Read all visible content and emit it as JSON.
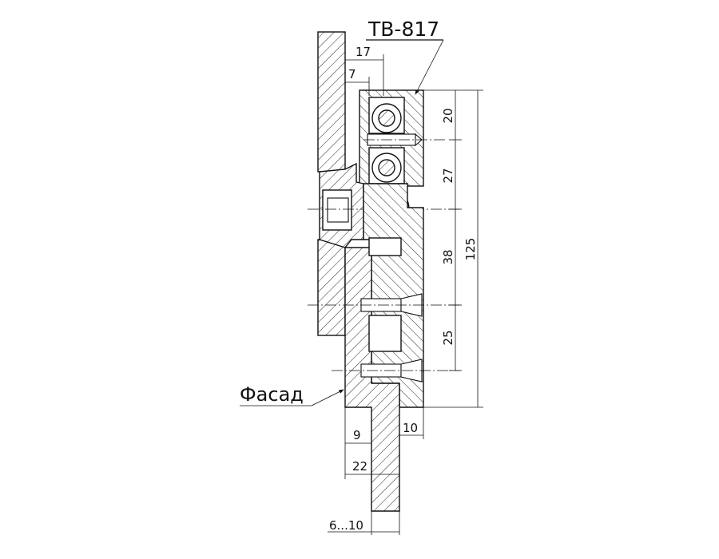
{
  "drawing": {
    "title": "TB-817",
    "facade_label": "Фасад",
    "dimensions": {
      "d17": "17",
      "d7": "7",
      "d20": "20",
      "d27": "27",
      "d38": "38",
      "d125": "125",
      "d25": "25",
      "d9": "9",
      "d10": "10",
      "d22": "22",
      "d6_10": "6...10"
    },
    "colors": {
      "line": "#111111",
      "background": "#ffffff"
    }
  }
}
